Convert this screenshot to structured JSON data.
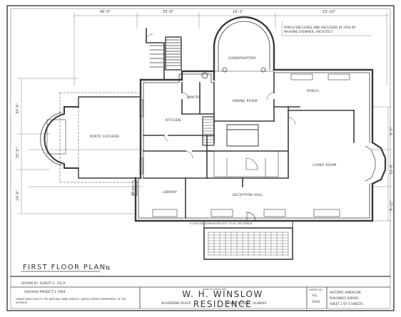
{
  "plan_title": "FIRST FLOOR PLAN",
  "north_mark": "N",
  "drawn_by": "DRAWN BY: ROBERT E. FELIX",
  "note": "PORCH ENCLOSED AND ENCLOSED IN 1958 BY MAHONE STEMMER, ARCHITECT.",
  "dimensions": {
    "top": [
      "40'-0\"",
      "33'-9\"",
      "16'-1\"",
      "23'-10\""
    ],
    "left": [
      "33'-6\"",
      "10'-0\"",
      "19'-6\""
    ],
    "right": [
      "9'-3\"",
      "10'-9\"",
      "9'-11\""
    ]
  },
  "rooms": {
    "conservatory": "CONSERVATORY",
    "porch": "PORCH",
    "pantry": "PANTRY",
    "dining_room": "DINING ROOM",
    "kitchen": "KITCHEN",
    "living_room": "LIVING ROOM",
    "porte_cochere": "PORTE COCHERE",
    "library": "LIBRARY",
    "reception_hall": "RECEPTION HALL"
  },
  "scale_note": "FLOOR AND DIMENSIONS NOT TO ALL RECORDED",
  "title_block": {
    "left_lines": [
      "CHICAGO PROJECT 2 1964",
      "UNDER DIRECTION OF THE NATIONAL PARK SERVICE, UNITED STATES DEPARTMENT OF THE INTERIOR"
    ],
    "center_heading": "NAME OF STRUCTURE",
    "title": "W. H. WINSLOW RESIDENCE",
    "address_left": "AUVERGNE PLACE",
    "address_right": "RIVER FOREST, ILLINOIS",
    "survey_label": "SURVEY NO.",
    "survey_no": "ILL.",
    "survey_no_2": "1041",
    "right_lines": [
      "HISTORIC AMERICAN",
      "BUILDINGS SURVEY",
      "SHEET 2 OF 5 SHEETS"
    ]
  }
}
